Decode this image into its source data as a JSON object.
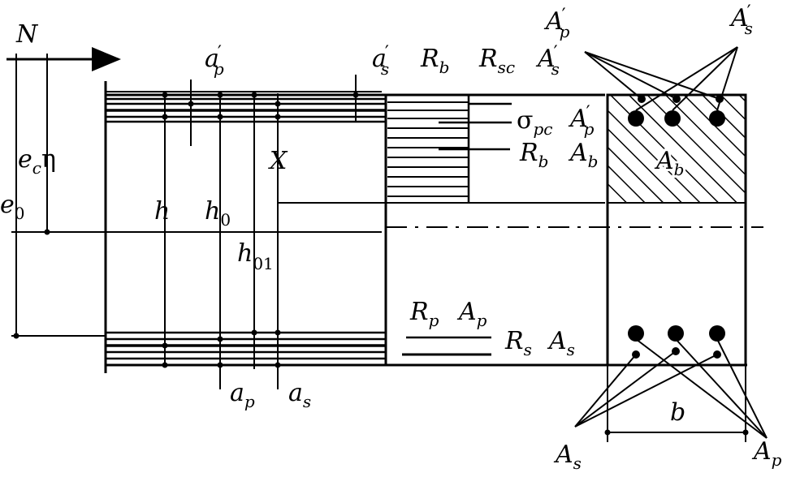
{
  "labels": {
    "force": "N",
    "ecc1": "e",
    "ecc1_sub": "c",
    "ecc1_eta": "η",
    "ecc0": "e",
    "ecc0_sub": "0",
    "ap_prime": "a",
    "ap_prime_sup": "′",
    "ap_prime_sub": "p",
    "as_prime": "a",
    "as_prime_sup": "′",
    "as_prime_sub": "s",
    "Rb_top": "R",
    "Rb_top_sub": "b",
    "Rsc": "R",
    "Rsc_sub": "sc",
    "As_prime_mid": "A",
    "As_prime_mid_sup": "′",
    "As_prime_mid_sub": "s",
    "sigma": "σ",
    "sigma_sub": "pc",
    "Ap_prime_mid": "A",
    "Ap_prime_mid_sup": "′",
    "Ap_prime_mid_sub": "p",
    "Rb_mid": "R",
    "Rb_mid_sub": "b",
    "Ab_mid": "A",
    "Ab_mid_sub": "b",
    "X": "X",
    "h": "h",
    "h0": "h",
    "h0_sub": "0",
    "h01": "h",
    "h01_sub": "01",
    "Rp": "R",
    "Rp_sub": "p",
    "Ap_mid": "A",
    "Ap_mid_sub": "p",
    "Rs": "R",
    "Rs_sub": "s",
    "As_mid": "A",
    "As_mid_sub": "s",
    "ap_bot": "a",
    "ap_bot_sub": "p",
    "as_bot": "a",
    "as_bot_sub": "s",
    "Ap_prime_top": "A",
    "Ap_prime_top_sup": "′",
    "Ap_prime_top_sub": "p",
    "As_prime_top": "A",
    "As_prime_top_sup": "′",
    "As_prime_top_sub": "s",
    "Ab_section": "A",
    "Ab_section_sub": "b",
    "b": "b",
    "As_bottom": "A",
    "As_bottom_sub": "s",
    "Ap_bottom": "A",
    "Ap_bottom_sub": "p"
  }
}
